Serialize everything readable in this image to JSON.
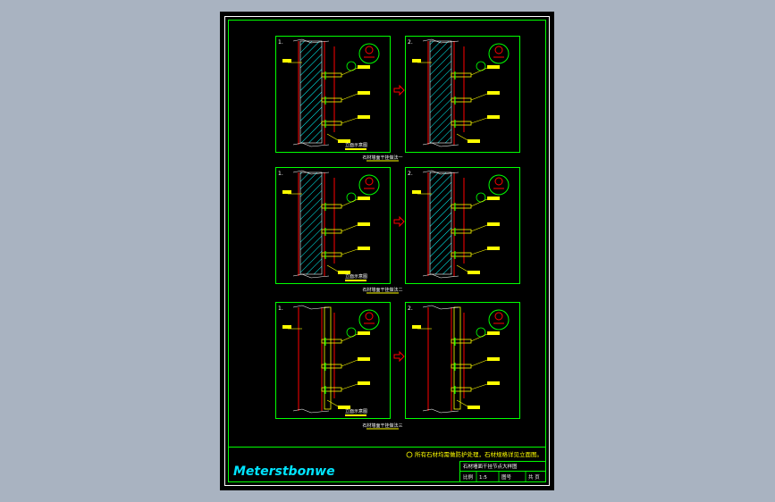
{
  "colors": {
    "background": "#a9b3c1",
    "sheet": "#000000",
    "frame": "#ffffff",
    "border": "#00ff00",
    "wall_line": "#ff0000",
    "leader": "#ffff00",
    "hatch": "#00ffff",
    "brand": "#00e5ff"
  },
  "views": [
    {
      "row": 1,
      "left": {
        "number": "1."
      },
      "right": {
        "number": "2."
      },
      "caption": "石材墙面干挂做法一",
      "sub_caption": "立面示意图"
    },
    {
      "row": 2,
      "left": {
        "number": "1."
      },
      "right": {
        "number": "2."
      },
      "caption": "石材墙面干挂做法二",
      "sub_caption": "立面示意图"
    },
    {
      "row": 3,
      "left": {
        "number": "1."
      },
      "right": {
        "number": "2."
      },
      "caption": "石材墙面干挂做法三",
      "sub_caption": "立面示意图"
    }
  ],
  "title_block": {
    "note": "所有石材均需做防护处理，石材规格详见立面图。",
    "drawing_title": "石材墙面干挂节点大样图",
    "logo": "Meterstbonwe",
    "cells": [
      "比例",
      "1:5",
      "图号",
      "共 页"
    ]
  }
}
